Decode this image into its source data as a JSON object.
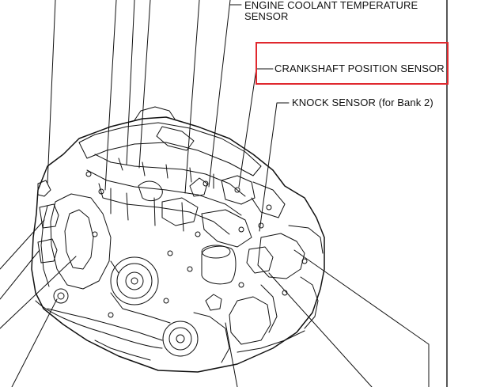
{
  "labels": {
    "ect_line1": "ENGINE COOLANT TEMPERATURE",
    "ect_line2": "SENSOR",
    "crankshaft": "CRANKSHAFT POSITION SENSOR",
    "knock": "KNOCK SENSOR (for Bank 2)"
  },
  "colors": {
    "highlight": "#e0282e",
    "ink": "#111111"
  },
  "icons": {
    "engine": "engine-line-drawing-icon"
  }
}
